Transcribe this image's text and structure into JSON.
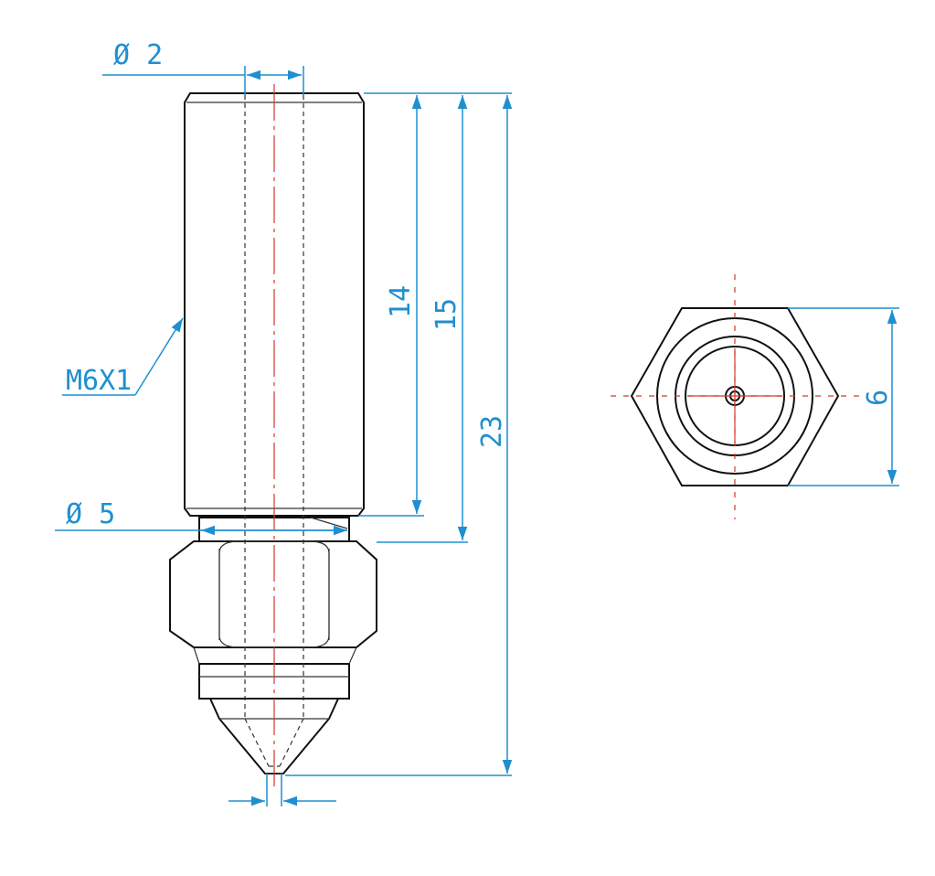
{
  "colors": {
    "dimension": "#1f8fd0",
    "centerline": "#d23a2a",
    "outline": "#111111",
    "background": "#ffffff"
  },
  "side_view": {
    "bore_diameter_label": "Ø 2",
    "throat_diameter_label": "Ø 5",
    "thread_label": "M6X1",
    "length_14_label": "14",
    "length_15_label": "15",
    "length_23_label": "23"
  },
  "end_view": {
    "hex_size_label": "6"
  }
}
